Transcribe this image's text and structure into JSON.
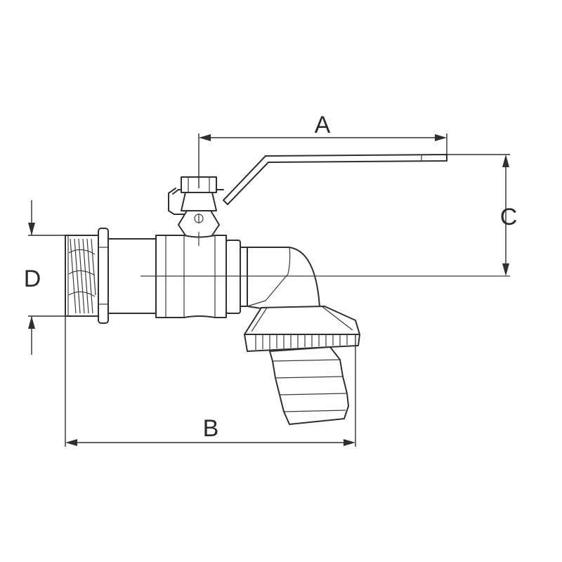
{
  "dimensions": {
    "a": "A",
    "b": "B",
    "c": "C",
    "d": "D"
  },
  "colors": {
    "line": "#2f2f2f",
    "background": "#ffffff"
  }
}
